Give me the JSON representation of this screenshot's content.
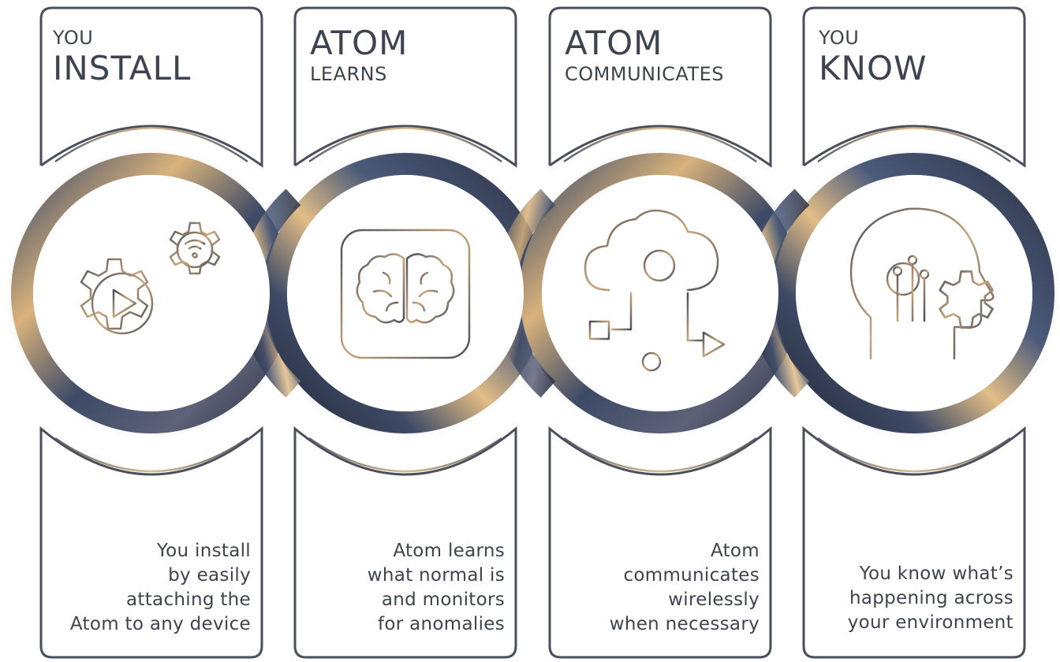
{
  "steps": [
    {
      "kicker": "YOU",
      "headline": "INSTALL",
      "description": "You install\nby easily\nattaching the\nAtom to any device",
      "icon": "gears-play-wifi-icon"
    },
    {
      "kicker": "LEARNS",
      "headline": "ATOM",
      "description": "Atom learns\nwhat normal is\nand monitors\nfor anomalies",
      "icon": "brain-chip-icon"
    },
    {
      "kicker": "COMMUNICATES",
      "headline": "ATOM",
      "description": "Atom\ncommunicates\nwirelessly\nwhen necessary",
      "icon": "cloud-network-icon"
    },
    {
      "kicker": "YOU",
      "headline": "KNOW",
      "description": "You know what’s\nhappening across\nyour environment",
      "icon": "head-gear-icon"
    }
  ],
  "colors": {
    "outline": "#4a4f5c",
    "gold": "#c8a67a",
    "navy": "#3d4a66",
    "text": "#3e4350"
  }
}
